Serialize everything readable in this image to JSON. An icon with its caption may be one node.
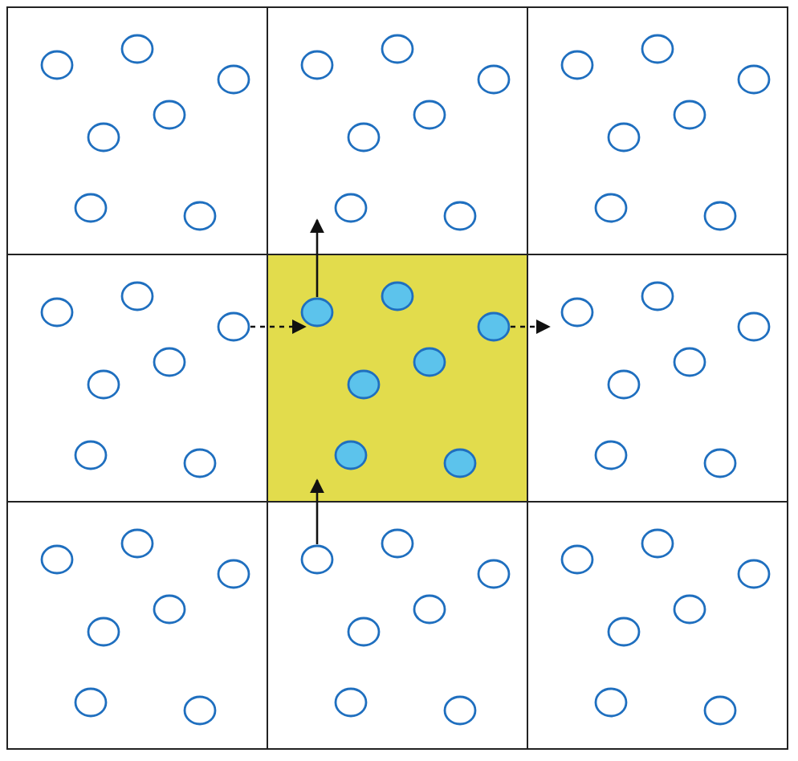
{
  "diagram": {
    "nodes": [
      {
        "text": [],
        "shape": "box"
      },
      {
        "text": [],
        "shape": "circle",
        "in": 0
      },
      {
        "text": [],
        "shape": "circle",
        "in": 0
      },
      {
        "text": [],
        "shape": "circle",
        "in": 0
      },
      {
        "text": [],
        "shape": "circle",
        "in": 0
      },
      {
        "text": [],
        "shape": "circle",
        "in": 0
      },
      {
        "text": [],
        "shape": "circle",
        "in": 0
      },
      {
        "text": [],
        "shape": "circle",
        "in": 0
      },
      {
        "text": [],
        "shape": "box"
      },
      {
        "text": [],
        "shape": "circle",
        "in": 8
      },
      {
        "text": [],
        "shape": "circle",
        "in": 8
      },
      {
        "text": [],
        "shape": "circle",
        "in": 8
      },
      {
        "text": [],
        "shape": "circle",
        "in": 8
      },
      {
        "text": [],
        "shape": "circle",
        "in": 8
      },
      {
        "text": [],
        "shape": "circle",
        "in": 8
      },
      {
        "text": [],
        "shape": "circle",
        "in": 8
      },
      {
        "text": [],
        "shape": "box"
      },
      {
        "text": [],
        "shape": "circle",
        "in": 16
      },
      {
        "text": [],
        "shape": "circle",
        "in": 16
      },
      {
        "text": [],
        "shape": "circle",
        "in": 16
      },
      {
        "text": [],
        "shape": "circle",
        "in": 16
      },
      {
        "text": [],
        "shape": "circle",
        "in": 16
      },
      {
        "text": [],
        "shape": "circle",
        "in": 16
      },
      {
        "text": [],
        "shape": "circle",
        "in": 16
      },
      {
        "text": [],
        "shape": "box"
      },
      {
        "text": [],
        "shape": "circle",
        "in": 24
      },
      {
        "text": [],
        "shape": "circle",
        "in": 24
      },
      {
        "text": [],
        "shape": "circle",
        "in": 24
      },
      {
        "text": [],
        "shape": "circle",
        "in": 24
      },
      {
        "text": [],
        "shape": "circle",
        "in": 24
      },
      {
        "text": [],
        "shape": "circle",
        "in": 24
      },
      {
        "text": [],
        "shape": "circle",
        "in": 24
      },
      {
        "text": [],
        "shape": "box"
      },
      {
        "text": [],
        "shape": "circle",
        "in": 32
      },
      {
        "text": [],
        "shape": "circle",
        "in": 32
      },
      {
        "text": [],
        "shape": "circle",
        "in": 32
      },
      {
        "text": [],
        "shape": "circle",
        "in": 32
      },
      {
        "text": [],
        "shape": "circle",
        "in": 32
      },
      {
        "text": [],
        "shape": "circle",
        "in": 32
      },
      {
        "text": [],
        "shape": "circle",
        "in": 32
      },
      {
        "text": [],
        "shape": "box"
      },
      {
        "text": [],
        "shape": "circle",
        "in": 40
      },
      {
        "text": [],
        "shape": "circle",
        "in": 40
      },
      {
        "text": [],
        "shape": "circle",
        "in": 40
      },
      {
        "text": [],
        "shape": "circle",
        "in": 40
      },
      {
        "text": [],
        "shape": "circle",
        "in": 40
      },
      {
        "text": [],
        "shape": "circle",
        "in": 40
      },
      {
        "text": [],
        "shape": "circle",
        "in": 40
      },
      {
        "text": [],
        "shape": "box"
      },
      {
        "text": [],
        "shape": "circle",
        "in": 48
      },
      {
        "text": [],
        "shape": "circle",
        "in": 48
      },
      {
        "text": [],
        "shape": "circle",
        "in": 48
      },
      {
        "text": [],
        "shape": "circle",
        "in": 48
      },
      {
        "text": [],
        "shape": "circle",
        "in": 48
      },
      {
        "text": [],
        "shape": "circle",
        "in": 48
      },
      {
        "text": [],
        "shape": "circle",
        "in": 48
      },
      {
        "text": [],
        "shape": "box"
      },
      {
        "text": [],
        "shape": "circle",
        "in": 56
      },
      {
        "text": [],
        "shape": "circle",
        "in": 56
      },
      {
        "text": [],
        "shape": "circle",
        "in": 56
      },
      {
        "text": [],
        "shape": "circle",
        "in": 56
      },
      {
        "text": [],
        "shape": "circle",
        "in": 56
      },
      {
        "text": [],
        "shape": "circle",
        "in": 56
      },
      {
        "text": [],
        "shape": "circle",
        "in": 56
      },
      {
        "text": [],
        "shape": "box"
      },
      {
        "text": [],
        "shape": "circle",
        "in": 64
      },
      {
        "text": [],
        "shape": "circle",
        "in": 64
      },
      {
        "text": [],
        "shape": "circle",
        "in": 64
      },
      {
        "text": [],
        "shape": "circle",
        "in": 64
      },
      {
        "text": [],
        "shape": "circle",
        "in": 64
      },
      {
        "text": [],
        "shape": "circle",
        "in": 64
      },
      {
        "text": [],
        "shape": "circle",
        "in": 64
      }
    ],
    "edges": [
      {
        "from": 33,
        "to": 8,
        "arrow": "to"
      },
      {
        "from": 27,
        "to": 32,
        "arrow": "to",
        "style": "dashed"
      },
      {
        "from": 35,
        "to": 40,
        "arrow": "to",
        "style": "dashed"
      },
      {
        "from": 57,
        "to": 32,
        "arrow": "to"
      }
    ]
  }
}
